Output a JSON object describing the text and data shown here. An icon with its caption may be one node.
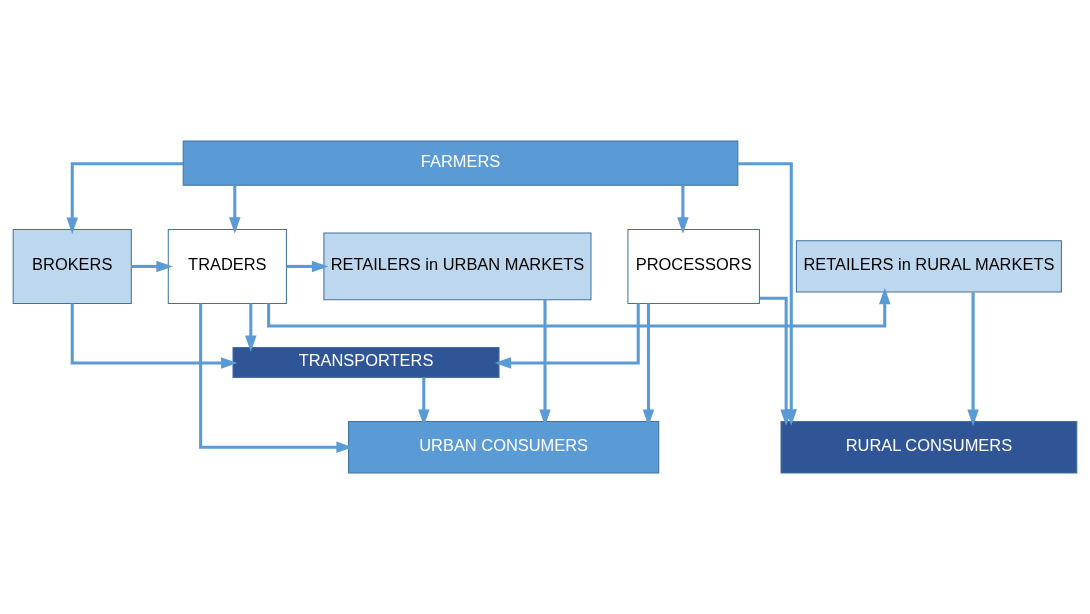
{
  "diagram": {
    "nodes": [
      {
        "text": [
          "FARMERS"
        ]
      },
      {
        "text": [
          "PROCESSORS"
        ]
      },
      {
        "text": [
          "BROKERS"
        ]
      },
      {
        "text": [
          "TRADERS"
        ]
      },
      {
        "text": [
          "RETAILERS in RURAL MARKETS"
        ]
      },
      {
        "text": [
          "RETAILERS in URBAN MARKETS"
        ]
      },
      {
        "text": [
          "TRANSPORTERS"
        ]
      },
      {
        "text": [
          "URBAN CONSUMERS"
        ]
      },
      {
        "text": [
          "RURAL CONSUMERS"
        ]
      }
    ],
    "edges": [
      {
        "from": 0,
        "to": 1,
        "arrow": "to"
      },
      {
        "from": 0,
        "to": 2,
        "arrow": "to"
      },
      {
        "from": 0,
        "to": 3,
        "arrow": "to"
      },
      {
        "from": 0,
        "to": 8,
        "arrow": "to"
      },
      {
        "from": 2,
        "to": 3,
        "arrow": "to"
      },
      {
        "from": 3,
        "to": 4,
        "arrow": "to"
      },
      {
        "from": 3,
        "to": 5,
        "arrow": "to"
      },
      {
        "from": 1,
        "to": 6,
        "arrow": "to"
      },
      {
        "from": 2,
        "to": 6,
        "arrow": "to"
      },
      {
        "from": 3,
        "to": 6,
        "arrow": "to"
      },
      {
        "from": 6,
        "to": 7,
        "arrow": "to"
      },
      {
        "from": 3,
        "to": 7,
        "arrow": "to"
      },
      {
        "from": 5,
        "to": 7,
        "arrow": "to"
      },
      {
        "from": 4,
        "to": 8,
        "arrow": "to"
      },
      {
        "from": 1,
        "to": 7,
        "arrow": "to"
      },
      {
        "from": 1,
        "to": 8,
        "arrow": "to"
      }
    ]
  }
}
